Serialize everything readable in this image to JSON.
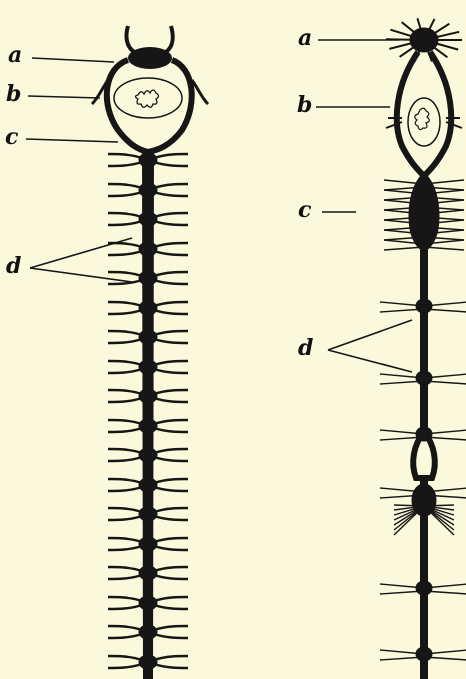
{
  "ink_color": "#161616",
  "paper_color": "#fbf9dc",
  "left_figure": {
    "labels": {
      "a": "a",
      "b": "b",
      "c": "c",
      "d": "d"
    }
  },
  "right_figure": {
    "labels": {
      "a": "a",
      "b": "b",
      "c": "c",
      "d": "d"
    }
  }
}
